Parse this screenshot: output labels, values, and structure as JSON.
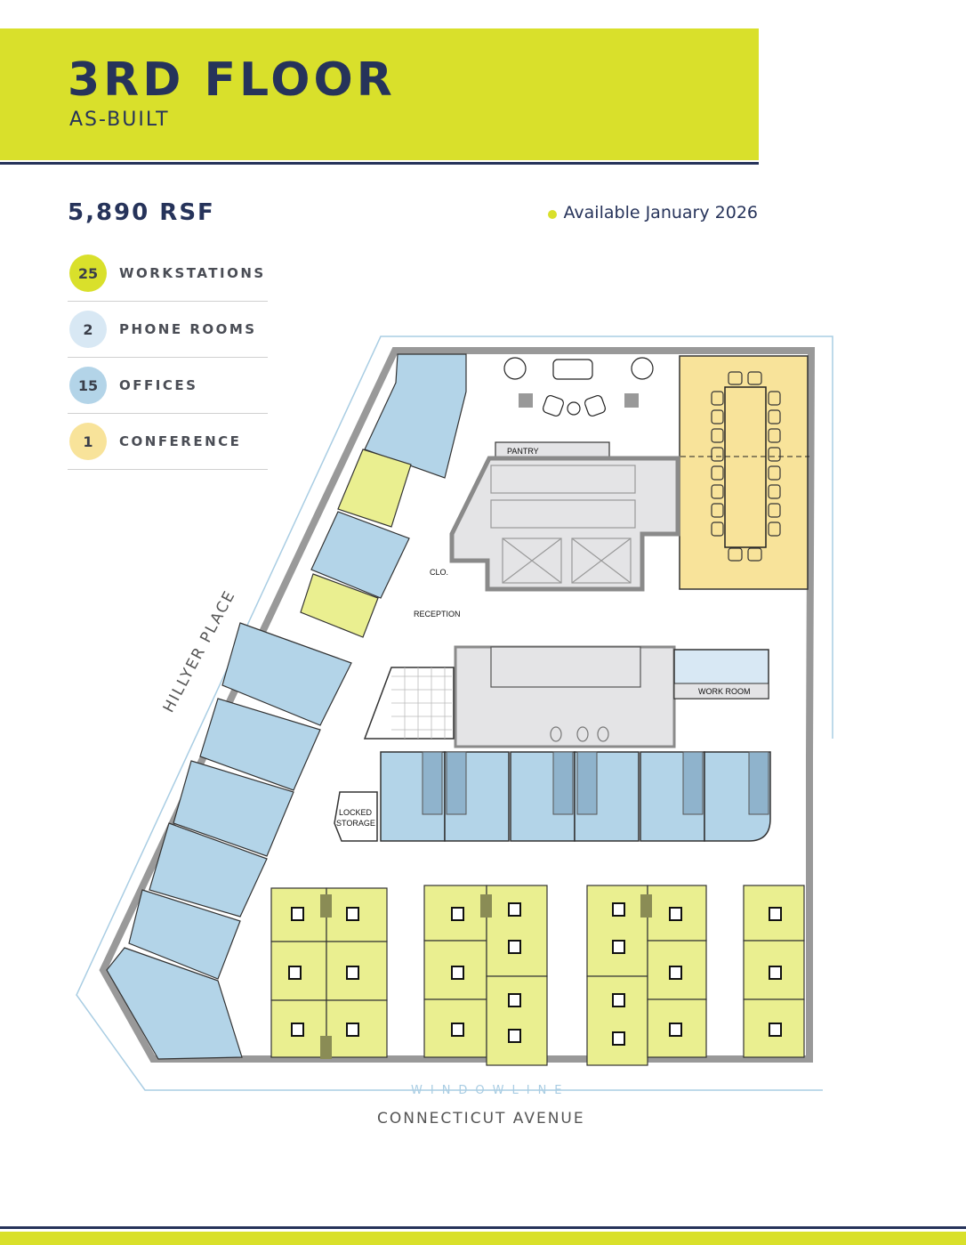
{
  "header": {
    "title": "3RD FLOOR",
    "subtitle": "AS-BUILT",
    "accent_color": "#d9e02b",
    "navy_color": "#26335a"
  },
  "summary": {
    "area": "5,890 RSF",
    "availability": "Available January 2026"
  },
  "legend": {
    "items": [
      {
        "count": "25",
        "label": "WORKSTATIONS",
        "color": "#d9e02b"
      },
      {
        "count": "2",
        "label": "PHONE ROOMS",
        "color": "#d8e8f4"
      },
      {
        "count": "15",
        "label": "OFFICES",
        "color": "#b3d4e8"
      },
      {
        "count": "1",
        "label": "CONFERENCE",
        "color": "#f8e39a"
      }
    ]
  },
  "floorplan": {
    "room_labels": {
      "pantry": "PANTRY",
      "closet": "CLO.",
      "reception": "RECEPTION",
      "work_room": "WORK ROOM",
      "locked_storage_1": "LOCKED",
      "locked_storage_2": "STORAGE"
    },
    "streets": {
      "west": "HILLYER PLACE",
      "south": "CONNECTICUT AVENUE"
    },
    "windowline_label": "WINDOWLINE"
  }
}
